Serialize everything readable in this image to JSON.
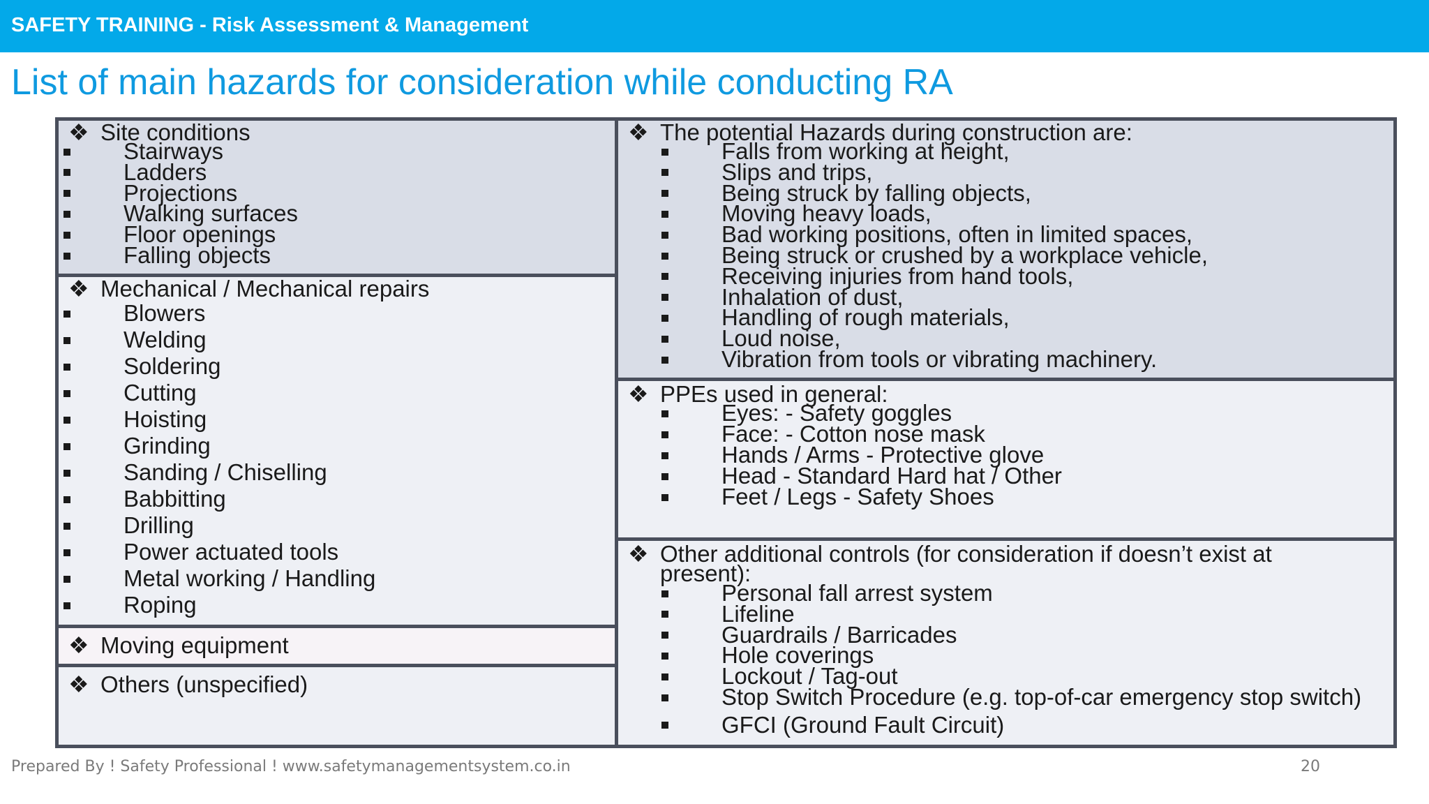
{
  "header": {
    "title": "SAFETY TRAINING - Risk Assessment & Management"
  },
  "page_title": "List of main hazards for consideration while conducting RA",
  "colors": {
    "header_bar": "#03a9e9",
    "title_text": "#0f9ae0",
    "box_border": "#4a4f5c",
    "shade_dark": "#d9dde7",
    "shade_light": "#eef0f5"
  },
  "icons": {
    "section": "diamond-bullet-icon",
    "item": "square-bullet-icon"
  },
  "site_conditions": {
    "heading": "Site conditions",
    "items": [
      "Stairways",
      "Ladders",
      "Projections",
      "Walking surfaces",
      "Floor openings",
      "Falling objects"
    ]
  },
  "mechanical": {
    "heading": "Mechanical / Mechanical repairs",
    "items": [
      "Blowers",
      "Welding",
      "Soldering",
      "Cutting",
      "Hoisting",
      "Grinding",
      "Sanding / Chiselling",
      "Babbitting",
      "Drilling",
      "Power actuated tools",
      "Metal working / Handling",
      "Roping"
    ]
  },
  "moving_equipment": {
    "heading": "Moving equipment"
  },
  "others": {
    "heading": "Others (unspecified)"
  },
  "construction": {
    "heading": "The potential Hazards during construction are:",
    "items": [
      "Falls from working at height,",
      "Slips and trips,",
      "Being struck by falling objects,",
      "Moving heavy loads,",
      "Bad working positions, often in limited spaces,",
      "Being struck or crushed by a workplace vehicle,",
      "Receiving injuries from hand tools,",
      "Inhalation of dust,",
      "Handling of rough materials,",
      "Loud noise,",
      "Vibration from tools or vibrating machinery."
    ]
  },
  "ppe": {
    "heading": "PPEs used in general:",
    "items": [
      "Eyes:  - Safety goggles",
      "Face: - Cotton nose mask",
      "Hands / Arms - Protective glove",
      "Head - Standard Hard hat / Other",
      "Feet / Legs - Safety Shoes"
    ]
  },
  "controls": {
    "heading_line1": "Other additional controls (for consideration if doesn’t exist at",
    "heading_line2": "present):",
    "items": [
      "Personal fall arrest system",
      "Lifeline",
      "Guardrails / Barricades",
      "Hole coverings",
      "Lockout / Tag-out",
      "Stop Switch Procedure (e.g. top-of-car emergency stop switch)",
      "GFCI (Ground Fault Circuit)"
    ]
  },
  "footer": {
    "prepared_by": "Prepared By ! Safety Professional ! www.safetymanagementsystem.co.in",
    "page_number": "20"
  }
}
